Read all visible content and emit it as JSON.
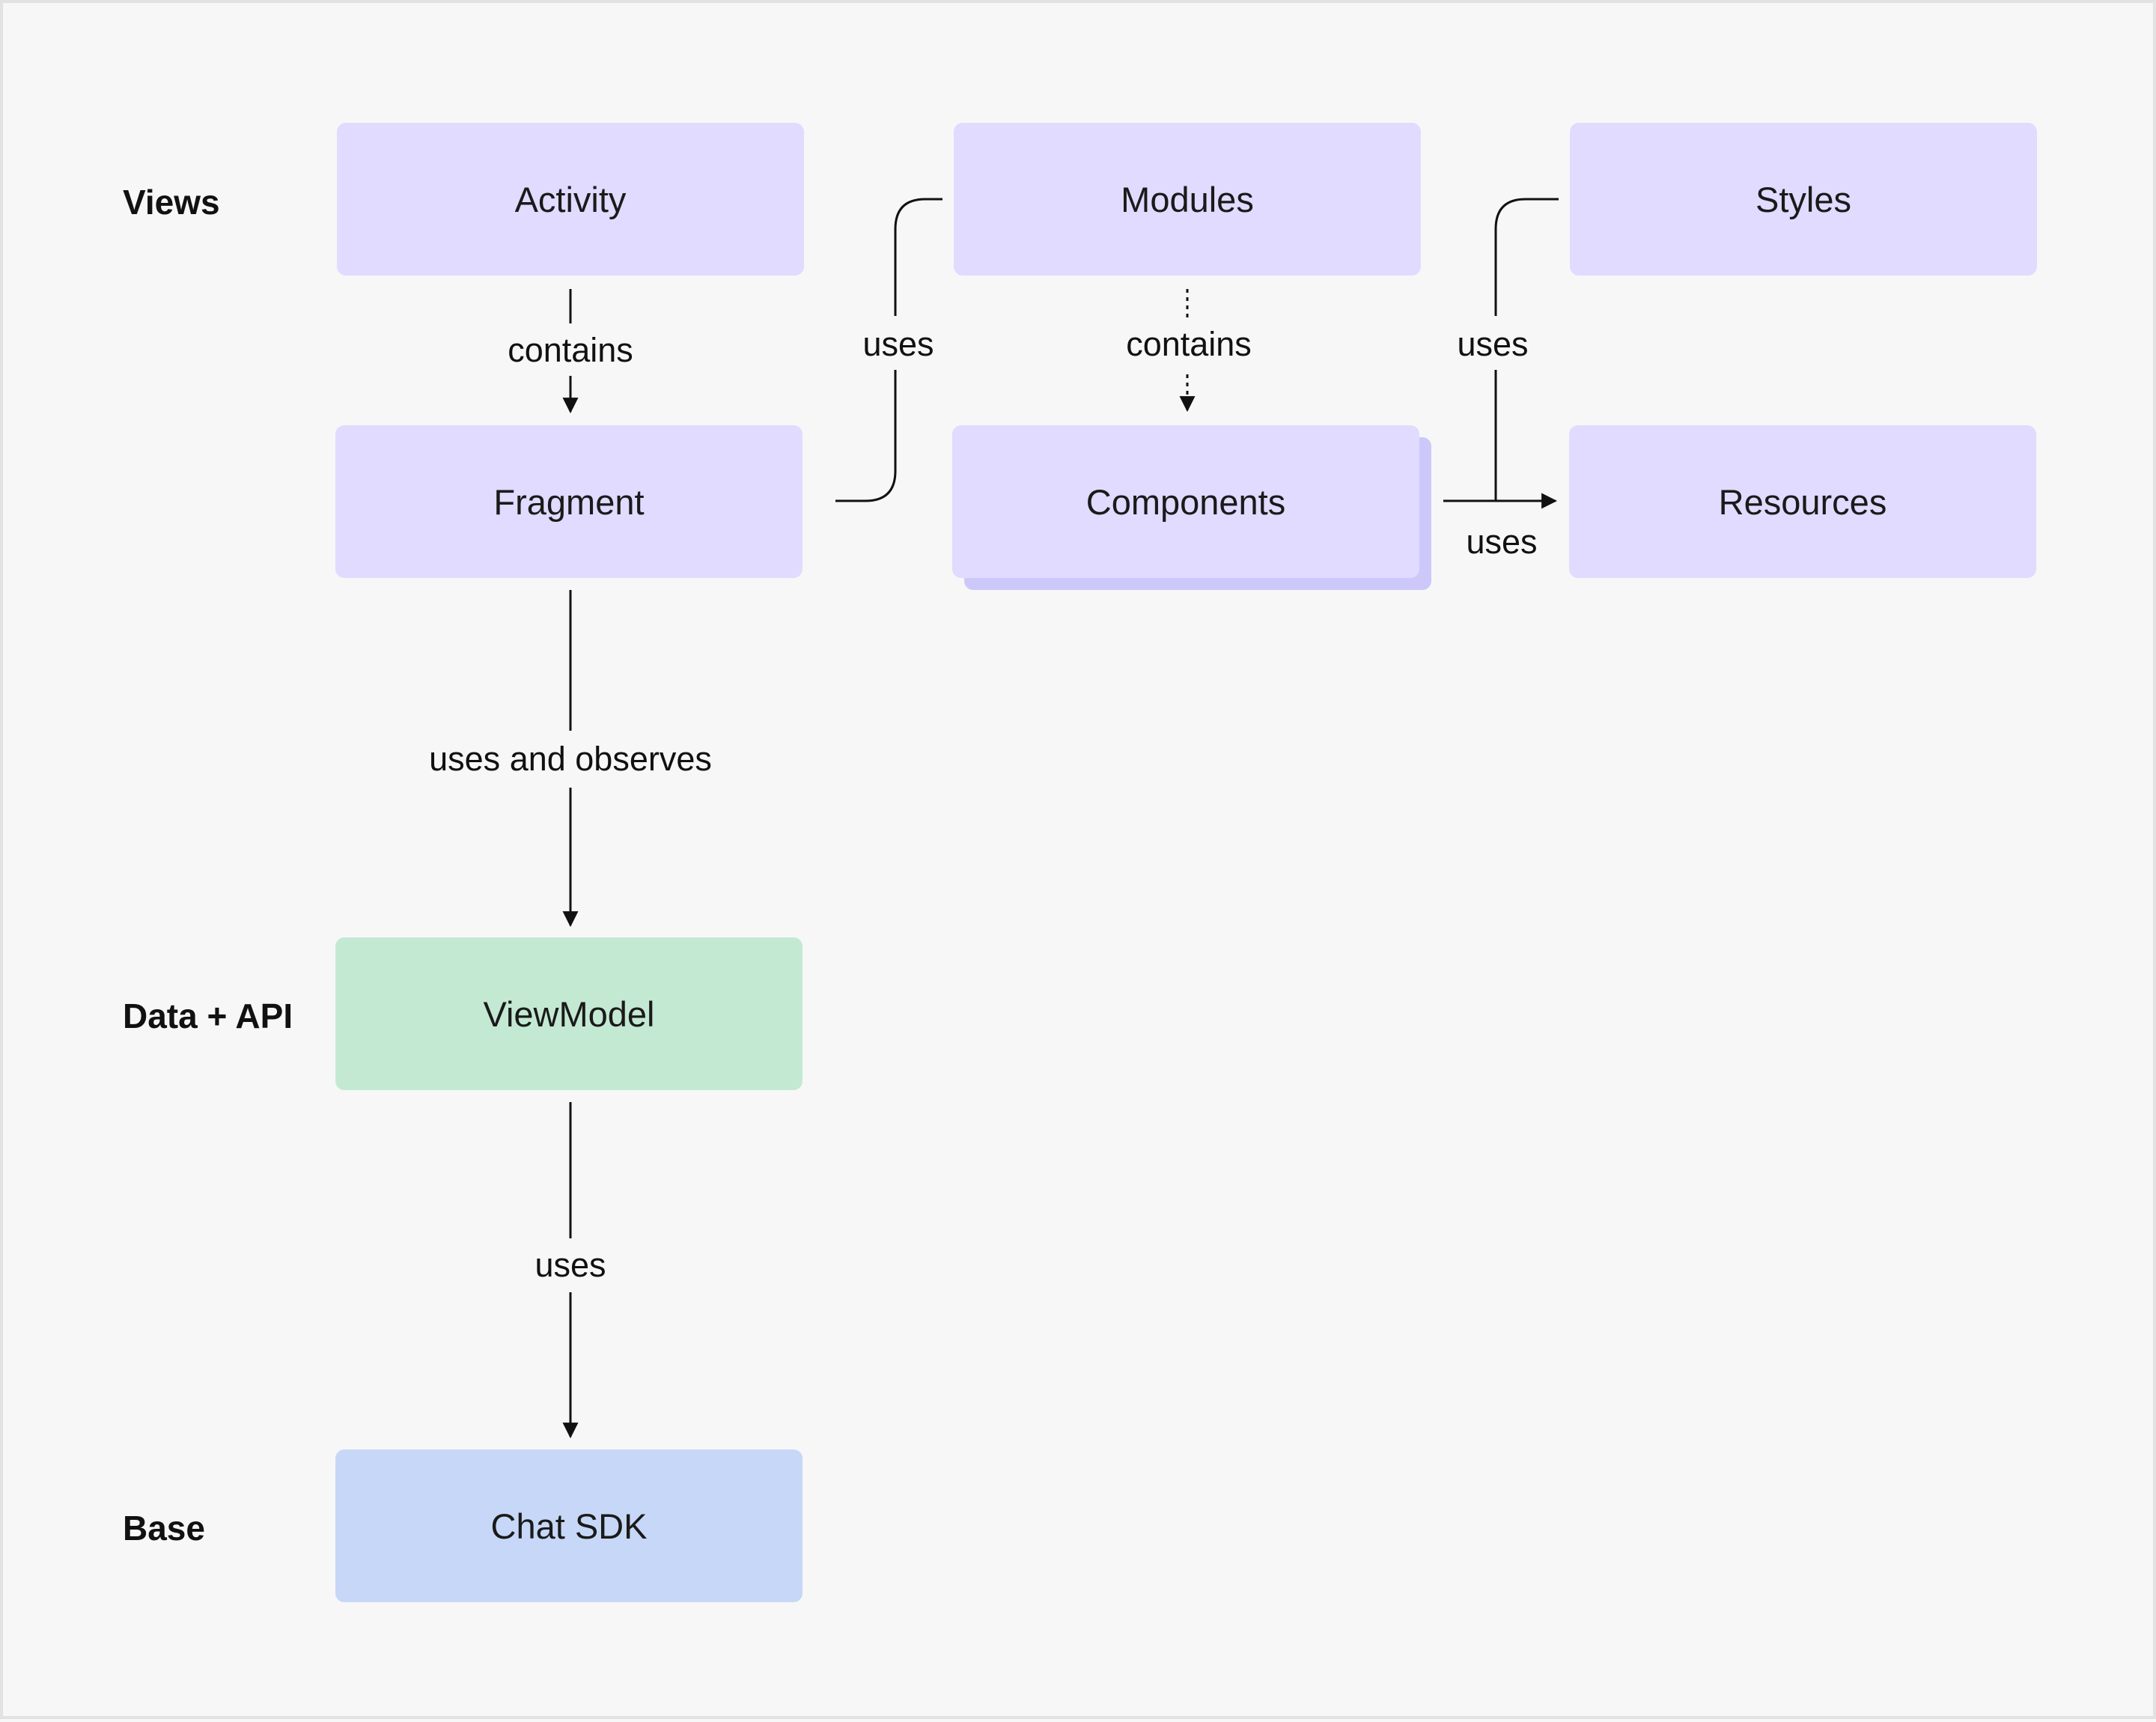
{
  "rows": {
    "views": "Views",
    "data_api": "Data + API",
    "base": "Base"
  },
  "nodes": {
    "activity": "Activity",
    "modules": "Modules",
    "styles": "Styles",
    "fragment": "Fragment",
    "components": "Components",
    "resources": "Resources",
    "viewmodel": "ViewModel",
    "chat_sdk": "Chat SDK"
  },
  "edges": {
    "activity_fragment": "contains",
    "fragment_modules": "uses",
    "modules_components": "contains",
    "components_styles": "uses",
    "components_resources": "uses",
    "fragment_viewmodel": "uses and observes",
    "viewmodel_sdk": "uses"
  },
  "colors": {
    "views_box": "#e0dbff",
    "data_box": "#c4e9d3",
    "base_box": "#c7d7f7",
    "stack_shadow": "#ccc8fa",
    "line": "#111111",
    "background": "#f7f7f7"
  }
}
